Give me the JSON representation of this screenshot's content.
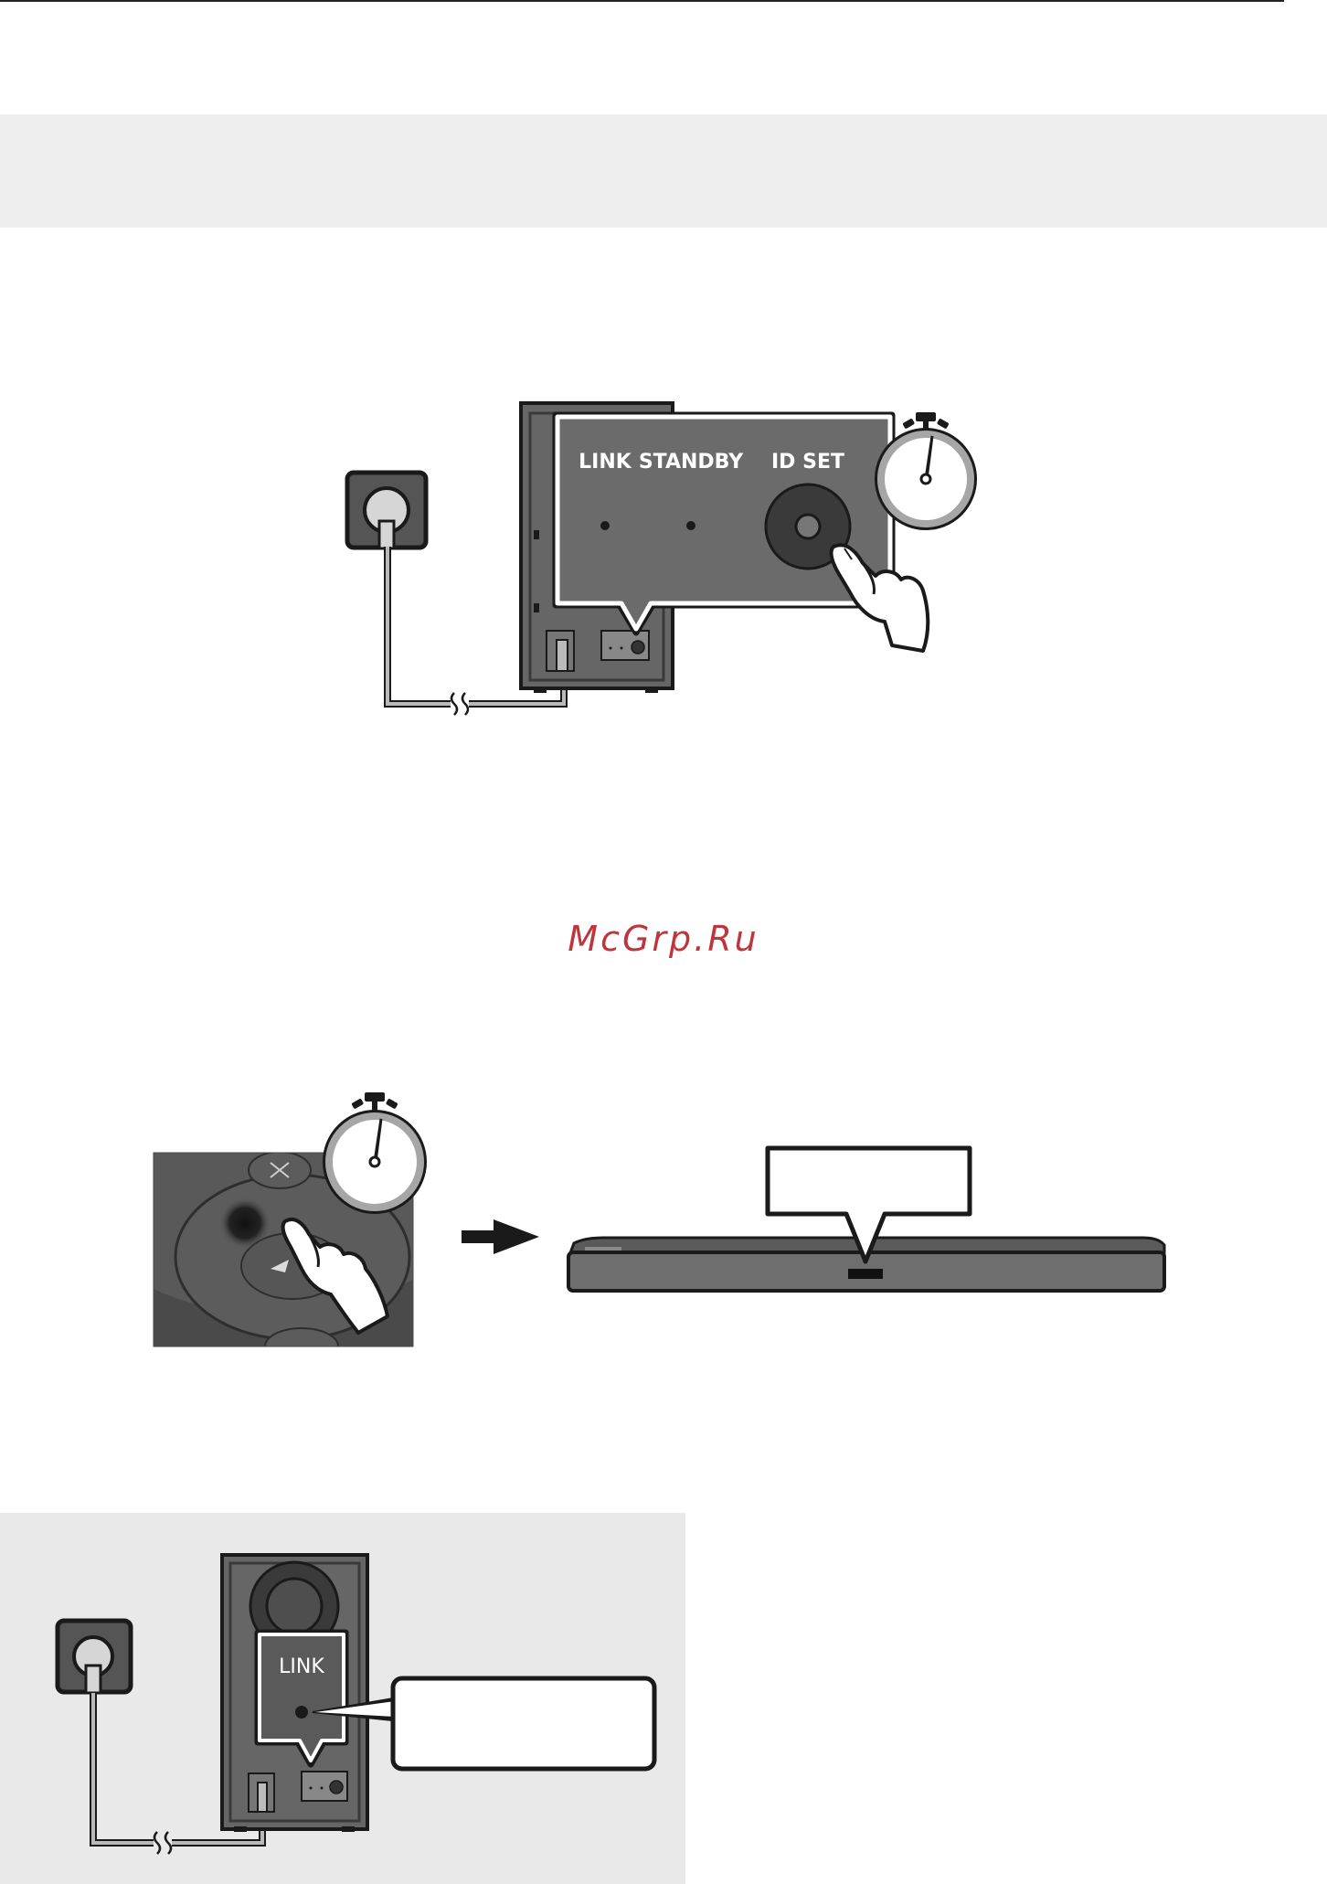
{
  "figure1": {
    "link_label": "LINK",
    "standby_label": "STANDBY",
    "id_set_label": "ID SET"
  },
  "watermark": "McGrp.Ru",
  "figure3": {
    "link_label": "LINK"
  }
}
